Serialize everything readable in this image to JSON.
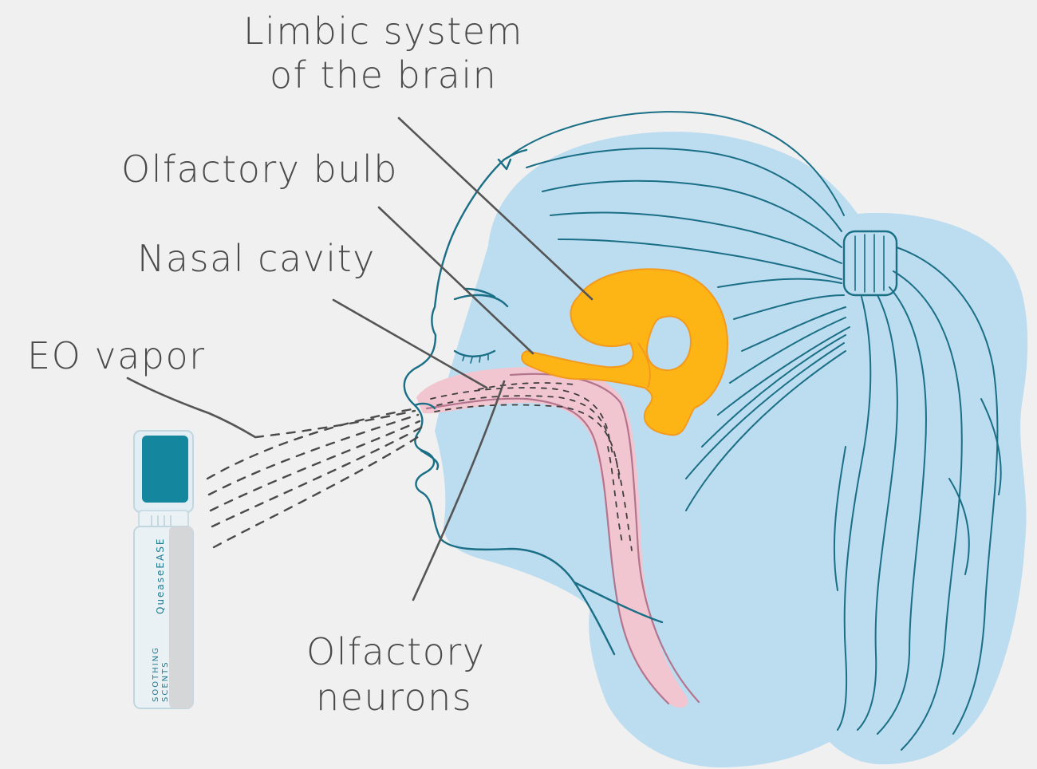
{
  "labels": {
    "limbic_line1": "Limbic system",
    "limbic_line2": "of the brain",
    "olfactory_bulb": "Olfactory bulb",
    "nasal_cavity": "Nasal cavity",
    "eo_vapor": "EO vapor",
    "olfactory_neurons_line1": "Olfactory",
    "olfactory_neurons_line2": "neurons"
  },
  "product": {
    "brand": "QueaseEASE",
    "tag_line1": "SOOTHING",
    "tag_line2": "SCENTS"
  },
  "colors": {
    "background": "#f0f0f0",
    "head_fill": "#bcdcef",
    "outline": "#1a6f86",
    "brain": "#fdb515",
    "brain_edge": "#f39a1e",
    "nasal": "#f2c6d0",
    "nasal_edge": "#b3758e",
    "cap": "#14869e",
    "label_text": "#4a4a4a"
  }
}
